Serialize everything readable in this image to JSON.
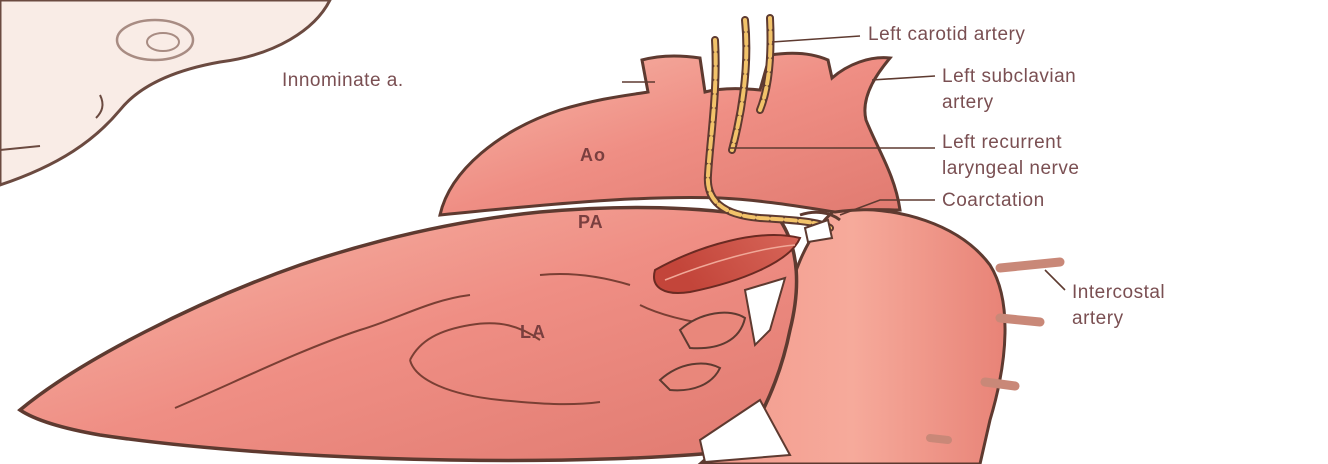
{
  "labels": {
    "innominate": "Innominate a.",
    "left_carotid": "Left carotid artery",
    "left_subclavian_line1": "Left subclavian",
    "left_subclavian_line2": "artery",
    "recurrent_line1": "Left recurrent",
    "recurrent_line2": "laryngeal nerve",
    "coarctation": "Coarctation",
    "intercostal_line1": "Intercostal",
    "intercostal_line2": "artery"
  },
  "structure_tags": {
    "aorta": "Ao",
    "pulmonary_artery": "PA",
    "left_atrium": "LA"
  },
  "colors": {
    "tissue": "#ef8e84",
    "tissue_light": "#f6b1a3",
    "tissue_dark": "#d97468",
    "outline": "#5e3a30",
    "nerve": "#e6b24e",
    "skin": "#f7e3dc",
    "label_text": "#7a4f52"
  }
}
